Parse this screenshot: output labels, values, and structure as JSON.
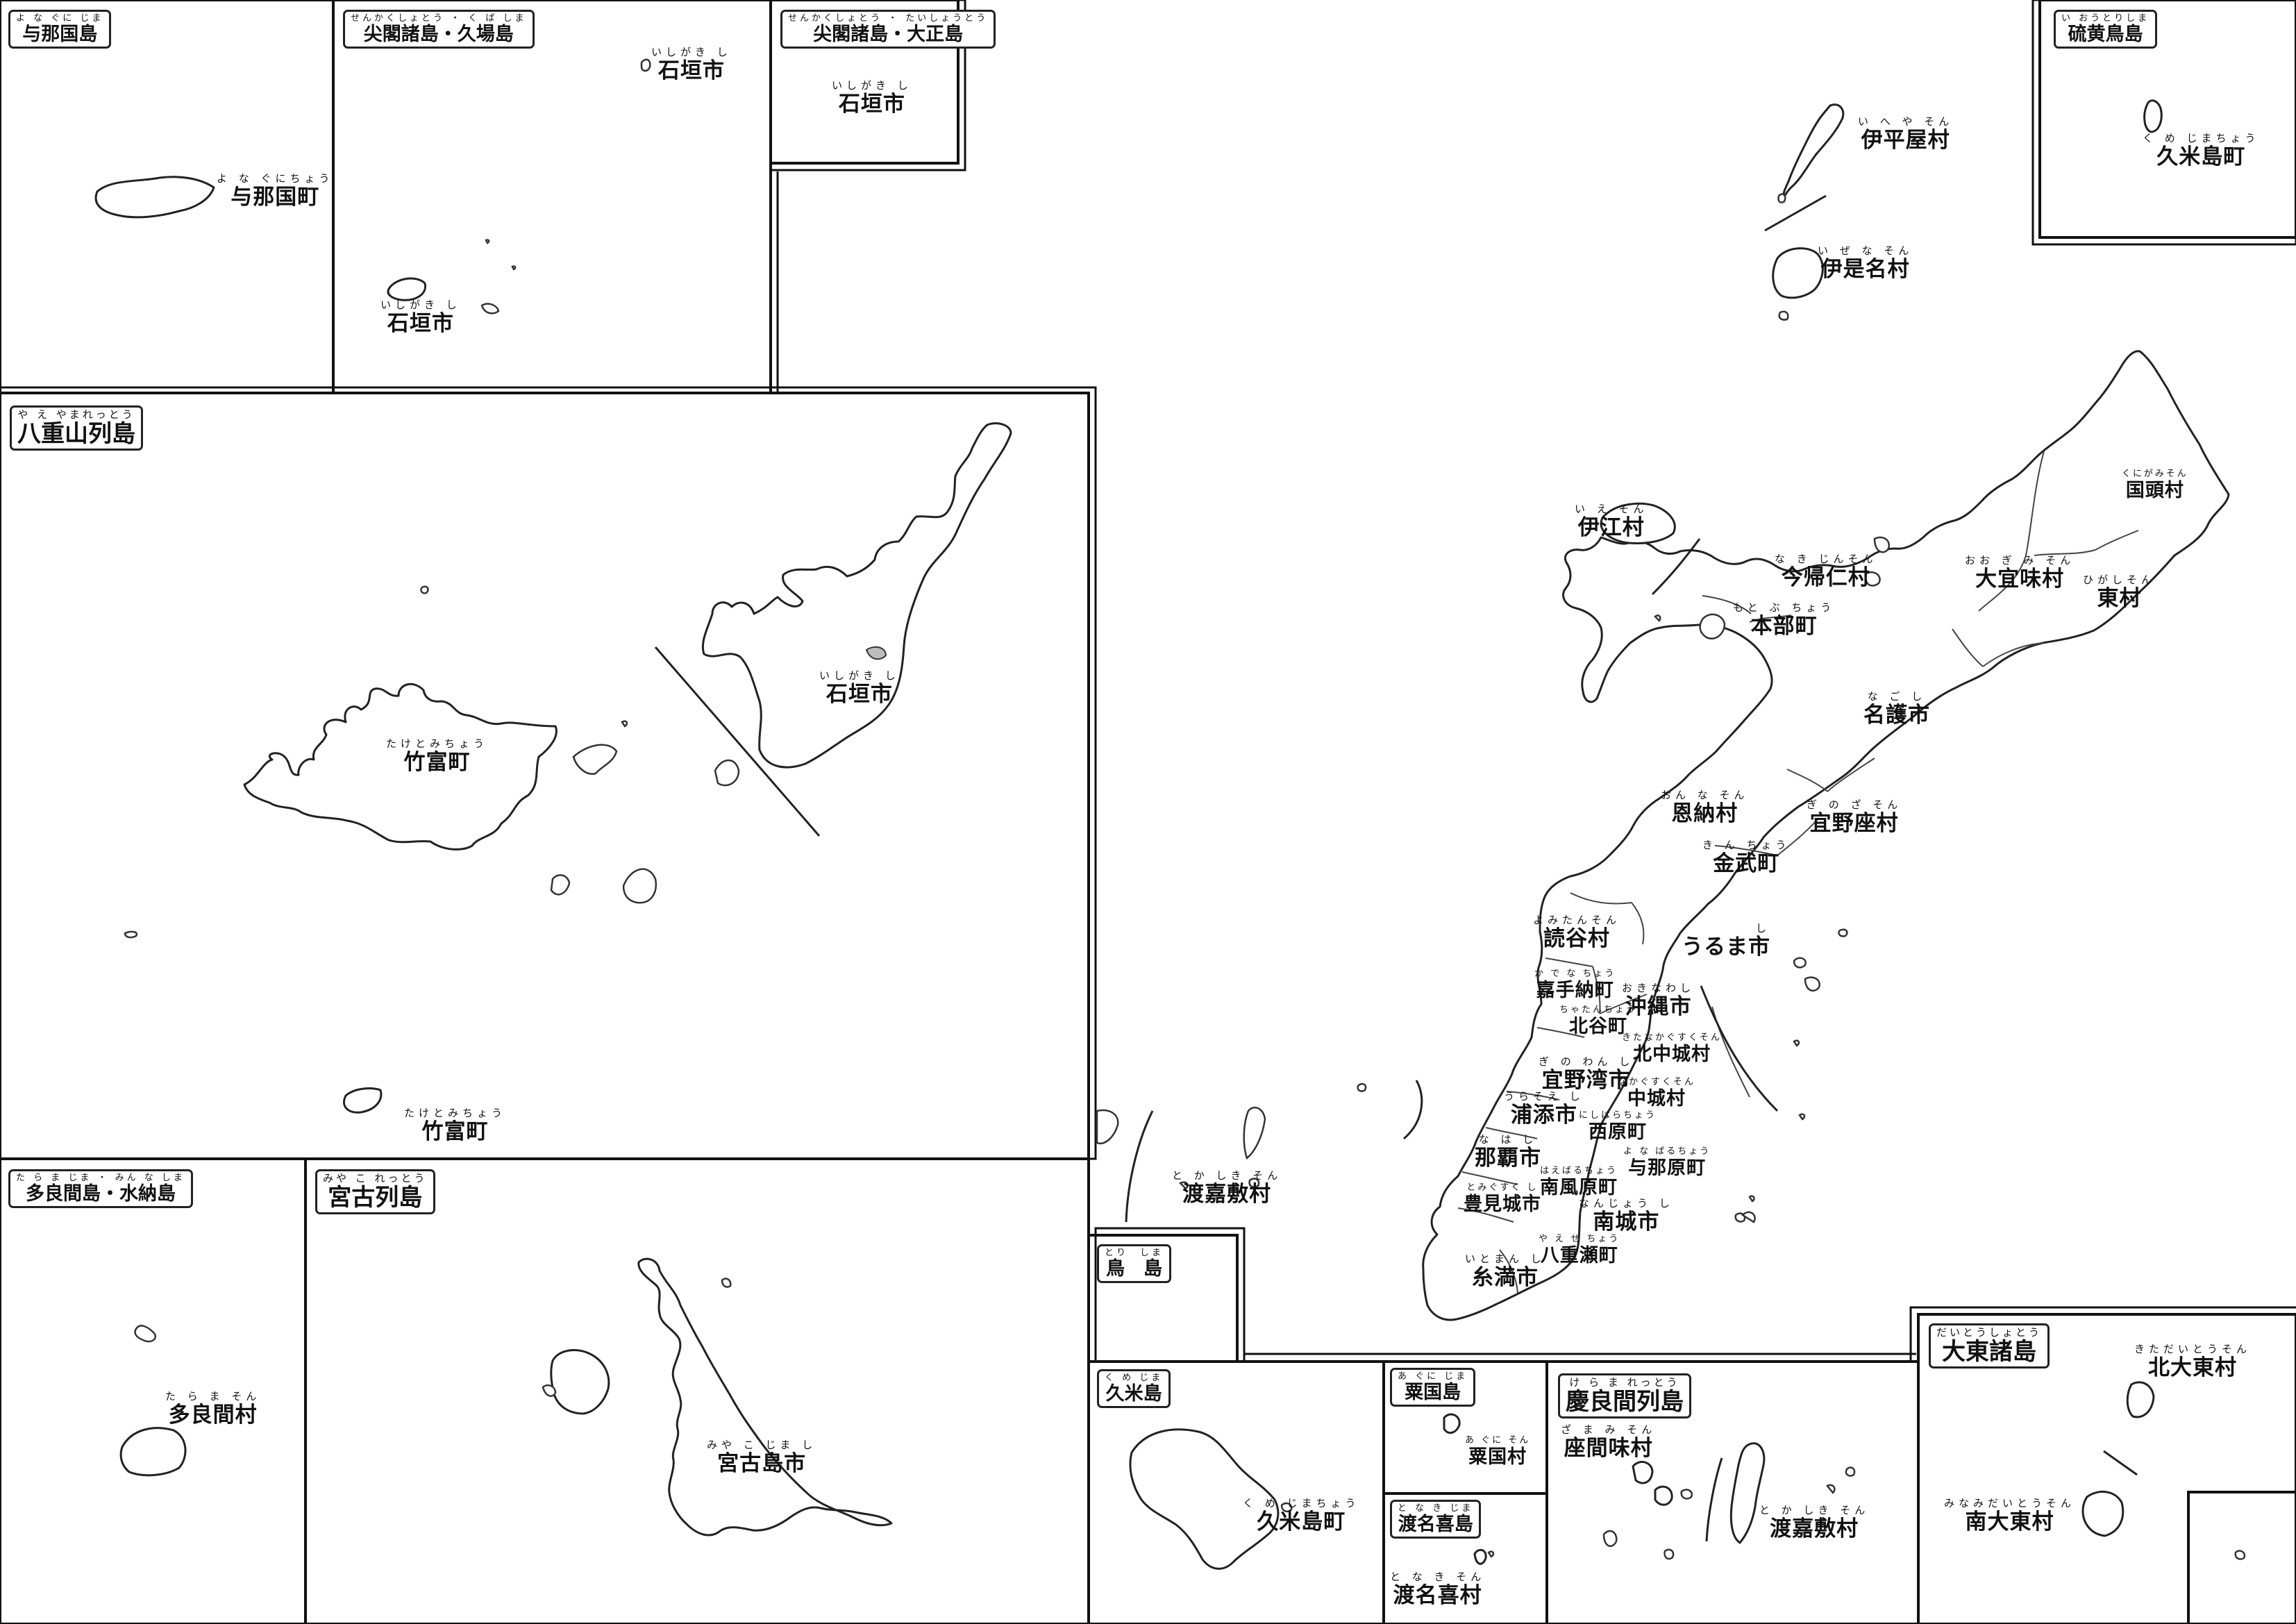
{
  "insets": [
    {
      "id": "yonaguni",
      "ruby": "よ な ぐに じま",
      "name": "与那国島"
    },
    {
      "id": "senkaku-kuba",
      "ruby": "せんかくしょとう ・ く ば しま",
      "name": "尖閣諸島・久場島"
    },
    {
      "id": "senkaku-taisho",
      "ruby": "せんかくしょとう ・ たいしょうとう",
      "name": "尖閣諸島・大正島"
    },
    {
      "id": "iou-tori",
      "ruby": "い おうとりしま",
      "name": "硫黄鳥島"
    },
    {
      "id": "yaeyama",
      "ruby": "や え やまれっとう",
      "name": "八重山列島",
      "big": true
    },
    {
      "id": "tarama",
      "ruby": "た ら ま じま ・ みん な しま",
      "name": "多良間島・水納島"
    },
    {
      "id": "miyako",
      "ruby": "みや こ れっとう",
      "name": "宮古列島",
      "big": true
    },
    {
      "id": "tori",
      "ruby": "とり　しま",
      "name": "鳥　島"
    },
    {
      "id": "kume",
      "ruby": "く め じま",
      "name": "久米島"
    },
    {
      "id": "aguni",
      "ruby": "あ ぐに じま",
      "name": "粟国島"
    },
    {
      "id": "tonaki",
      "ruby": "と な き じま",
      "name": "渡名喜島"
    },
    {
      "id": "kerama",
      "ruby": "け ら ま れっとう",
      "name": "慶良間列島",
      "big": true
    },
    {
      "id": "daito",
      "ruby": "だいとうしょとう",
      "name": "大東諸島",
      "big": true
    }
  ],
  "municipalities": [
    {
      "id": "yonaguni-cho",
      "ruby": "よ な ぐにちょう",
      "name": "与那国町"
    },
    {
      "id": "ishigaki-kuba",
      "ruby": "いしがき し",
      "name": "石垣市"
    },
    {
      "id": "ishigaki-kuba-2",
      "ruby": "いしがき し",
      "name": "石垣市"
    },
    {
      "id": "ishigaki-taisho",
      "ruby": "いしがき し",
      "name": "石垣市"
    },
    {
      "id": "kumejima-iou",
      "ruby": "く め じまちょう",
      "name": "久米島町"
    },
    {
      "id": "iheya",
      "ruby": "い へ や そん",
      "name": "伊平屋村"
    },
    {
      "id": "izena",
      "ruby": "い ぜ な そん",
      "name": "伊是名村"
    },
    {
      "id": "taketomi",
      "ruby": "たけとみちょう",
      "name": "竹富町"
    },
    {
      "id": "taketomi-2",
      "ruby": "たけとみちょう",
      "name": "竹富町"
    },
    {
      "id": "ishigaki-main",
      "ruby": "いしがき し",
      "name": "石垣市"
    },
    {
      "id": "tarama-son",
      "ruby": "た ら ま そん",
      "name": "多良間村"
    },
    {
      "id": "miyakojima",
      "ruby": "みや こ じま し",
      "name": "宮古島市"
    },
    {
      "id": "kunigami",
      "ruby": "くにがみそん",
      "name": "国頭村"
    },
    {
      "id": "ie",
      "ruby": "い え そん",
      "name": "伊江村"
    },
    {
      "id": "nakijin",
      "ruby": "な き じんそん",
      "name": "今帰仁村"
    },
    {
      "id": "ogimi",
      "ruby": "おお ぎ み そん",
      "name": "大宜味村"
    },
    {
      "id": "higashi",
      "ruby": "ひがしそん",
      "name": "東村"
    },
    {
      "id": "motobu",
      "ruby": "もと ぶ ちょう",
      "name": "本部町"
    },
    {
      "id": "nago",
      "ruby": "な ご し",
      "name": "名護市"
    },
    {
      "id": "onna",
      "ruby": "おん な そん",
      "name": "恩納村"
    },
    {
      "id": "ginoza",
      "ruby": "ぎ の ざ そん",
      "name": "宜野座村"
    },
    {
      "id": "kin",
      "ruby": "き ん ちょう",
      "name": "金武町"
    },
    {
      "id": "yomitan",
      "ruby": "よみたんそん",
      "name": "読谷村"
    },
    {
      "id": "uruma",
      "ruby": "し",
      "name": "うるま市"
    },
    {
      "id": "kadena",
      "ruby": "か で な ちょう",
      "name": "嘉手納町"
    },
    {
      "id": "okinawa",
      "ruby": "おきなわし",
      "name": "沖縄市"
    },
    {
      "id": "chatan",
      "ruby": "ちゃたんちょう",
      "name": "北谷町"
    },
    {
      "id": "kitanakagusuku",
      "ruby": "きたなかぐすくそん",
      "name": "北中城村"
    },
    {
      "id": "ginowan",
      "ruby": "ぎ の わん し",
      "name": "宜野湾市"
    },
    {
      "id": "nakagusuku",
      "ruby": "なかぐすくそん",
      "name": "中城村"
    },
    {
      "id": "urasoe",
      "ruby": "うらそえ し",
      "name": "浦添市"
    },
    {
      "id": "nishihara",
      "ruby": "にしはらちょう",
      "name": "西原町"
    },
    {
      "id": "naha",
      "ruby": "な は し",
      "name": "那覇市"
    },
    {
      "id": "yonabaru",
      "ruby": "よ な ばるちょう",
      "name": "与那原町"
    },
    {
      "id": "haebaru",
      "ruby": "はえばるちょう",
      "name": "南風原町"
    },
    {
      "id": "tomigusuku",
      "ruby": "とみぐすく し",
      "name": "豊見城市"
    },
    {
      "id": "nanjo",
      "ruby": "なんじょう し",
      "name": "南城市"
    },
    {
      "id": "yaese",
      "ruby": "や え せ ちょう",
      "name": "八重瀬町"
    },
    {
      "id": "itoman",
      "ruby": "いとまん し",
      "name": "糸満市"
    },
    {
      "id": "tokashiki-main",
      "ruby": "と か しき そん",
      "name": "渡嘉敷村"
    },
    {
      "id": "kumejima",
      "ruby": "く め じまちょう",
      "name": "久米島町"
    },
    {
      "id": "aguni-son",
      "ruby": "あ ぐに そん",
      "name": "粟国村"
    },
    {
      "id": "tonaki-son",
      "ruby": "と な き そん",
      "name": "渡名喜村"
    },
    {
      "id": "zamami",
      "ruby": "ざ ま み そん",
      "name": "座間味村"
    },
    {
      "id": "tokashiki",
      "ruby": "と か しき そん",
      "name": "渡嘉敷村"
    },
    {
      "id": "kitadaito",
      "ruby": "きただいとうそん",
      "name": "北大東村"
    },
    {
      "id": "minamidaito",
      "ruby": "みなみだいとうそん",
      "name": "南大東村"
    }
  ]
}
